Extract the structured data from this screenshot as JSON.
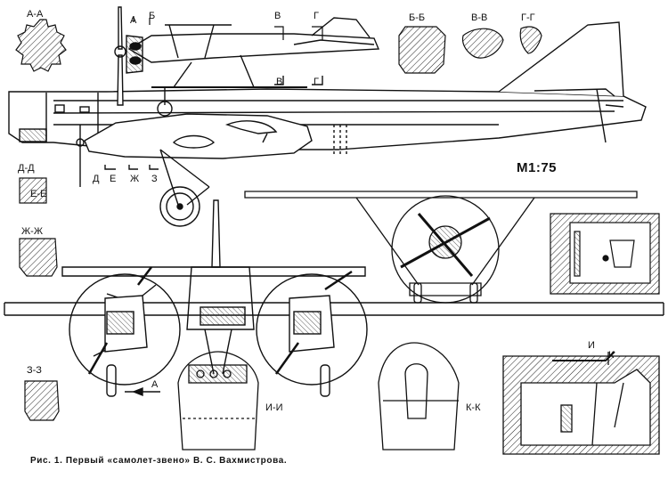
{
  "labels": {
    "section_aa": "А-А",
    "section_bb": "Б-Б",
    "section_vv": "В-В",
    "section_gg": "Г-Г",
    "cut_a": "А",
    "cut_b": "Б",
    "cut_v_top": "В",
    "cut_g_top": "Г",
    "cut_v_bot": "В",
    "cut_g_bot": "Г",
    "section_dd": "Д-Д",
    "section_ee": "Е-Е",
    "section_zhzh": "Ж-Ж",
    "section_zz": "З-З",
    "section_ii": "И-И",
    "section_kk": "К-К",
    "cut_d": "Д",
    "cut_e": "Е",
    "cut_zh": "Ж",
    "cut_z": "З",
    "arrow_a": "А",
    "cut_i": "И",
    "cut_k": "К",
    "scale": "М1:75"
  },
  "caption": "Рис. 1. Первый «самолет-звено» В. С. Вахмистрова."
}
